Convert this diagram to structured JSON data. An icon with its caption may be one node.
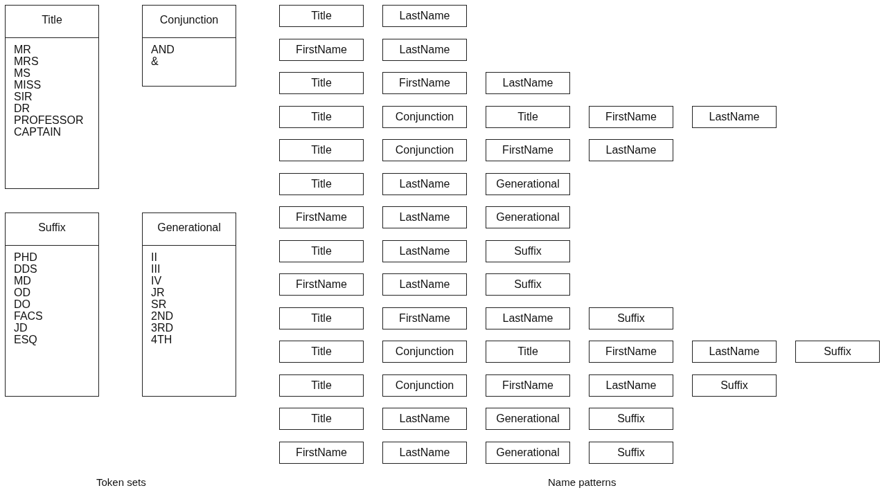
{
  "diagram": {
    "nodes": [
      {
        "text": [
          "Title",
          "MR",
          "MRS",
          "MS",
          "MISS",
          "SIR",
          "DR",
          "PROFESSOR",
          "CAPTAIN"
        ]
      },
      {
        "text": [
          "Conjunction",
          "AND",
          "&"
        ]
      },
      {
        "text": [
          "Suffix",
          "PHD",
          "DDS",
          "MD",
          "OD",
          "DO",
          "FACS",
          "JD",
          "ESQ"
        ]
      },
      {
        "text": [
          "Generational",
          "II",
          "III",
          "IV",
          "JR",
          "SR",
          "2ND",
          "3RD",
          "4TH"
        ]
      },
      {
        "text": [
          "Title"
        ]
      },
      {
        "text": [
          "LastName"
        ]
      },
      {
        "text": [
          "FirstName"
        ]
      },
      {
        "text": [
          "LastName"
        ]
      },
      {
        "text": [
          "Title"
        ]
      },
      {
        "text": [
          "FirstName"
        ]
      },
      {
        "text": [
          "LastName"
        ]
      },
      {
        "text": [
          "Title"
        ]
      },
      {
        "text": [
          "Conjunction"
        ]
      },
      {
        "text": [
          "Title"
        ]
      },
      {
        "text": [
          "FirstName"
        ]
      },
      {
        "text": [
          "LastName"
        ]
      },
      {
        "text": [
          "Title"
        ]
      },
      {
        "text": [
          "Conjunction"
        ]
      },
      {
        "text": [
          "FirstName"
        ]
      },
      {
        "text": [
          "LastName"
        ]
      },
      {
        "text": [
          "Title"
        ]
      },
      {
        "text": [
          "LastName"
        ]
      },
      {
        "text": [
          "Generational"
        ]
      },
      {
        "text": [
          "FirstName"
        ]
      },
      {
        "text": [
          "LastName"
        ]
      },
      {
        "text": [
          "Generational"
        ]
      },
      {
        "text": [
          "Title"
        ]
      },
      {
        "text": [
          "LastName"
        ]
      },
      {
        "text": [
          "Suffix"
        ]
      },
      {
        "text": [
          "FirstName"
        ]
      },
      {
        "text": [
          "LastName"
        ]
      },
      {
        "text": [
          "Suffix"
        ]
      },
      {
        "text": [
          "Title"
        ]
      },
      {
        "text": [
          "FirstName"
        ]
      },
      {
        "text": [
          "LastName"
        ]
      },
      {
        "text": [
          "Suffix"
        ]
      },
      {
        "text": [
          "Title"
        ]
      },
      {
        "text": [
          "Conjunction"
        ]
      },
      {
        "text": [
          "Title"
        ]
      },
      {
        "text": [
          "FirstName"
        ]
      },
      {
        "text": [
          "LastName"
        ]
      },
      {
        "text": [
          "Suffix"
        ]
      },
      {
        "text": [
          "Title"
        ]
      },
      {
        "text": [
          "Conjunction"
        ]
      },
      {
        "text": [
          "FirstName"
        ]
      },
      {
        "text": [
          "LastName"
        ]
      },
      {
        "text": [
          "Suffix"
        ]
      },
      {
        "text": [
          "Title"
        ]
      },
      {
        "text": [
          "LastName"
        ]
      },
      {
        "text": [
          "Generational"
        ]
      },
      {
        "text": [
          "Suffix"
        ]
      },
      {
        "text": [
          "FirstName"
        ]
      },
      {
        "text": [
          "LastName"
        ]
      },
      {
        "text": [
          "Generational"
        ]
      },
      {
        "text": [
          "Suffix"
        ]
      }
    ],
    "labels": [
      "Token sets",
      "Name patterns"
    ]
  }
}
